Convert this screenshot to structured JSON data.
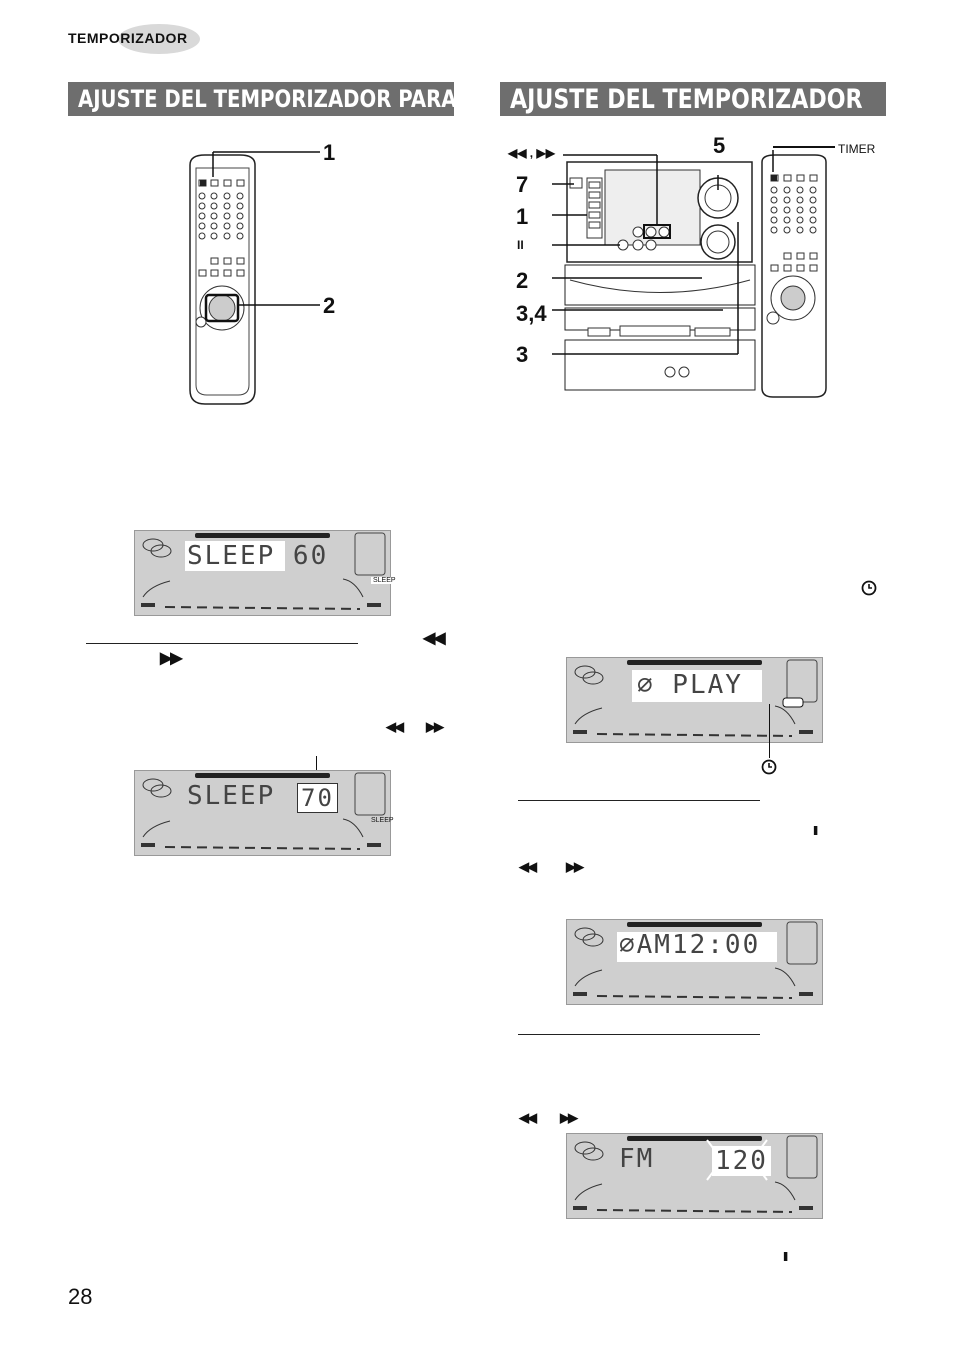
{
  "header": {
    "section": "TEMPORIZADOR"
  },
  "left": {
    "title": "AJUSTE DEL TEMPORIZADOR PARA DORMIR",
    "callouts": [
      "1",
      "2"
    ],
    "lcd1": {
      "text": "SLEEP 60",
      "badge": "SLEEP"
    },
    "lcd2": {
      "text": "SLEEP",
      "value": "70",
      "badge": "SLEEP"
    }
  },
  "right": {
    "title": "AJUSTE DEL TEMPORIZADOR",
    "callouts": [
      "5",
      "7",
      "1",
      "2",
      "3,4",
      "3"
    ],
    "labels": {
      "skip": "◀◀ , ▶▶",
      "pause": "II",
      "timer": "TIMER"
    },
    "lcd3": {
      "text": "∅ PLAY"
    },
    "lcd4": {
      "text": "∅AM12:00"
    },
    "lcd5": {
      "text": "FM",
      "value": "120"
    }
  },
  "symbols": {
    "rew": "◀◀",
    "ff": "▶▶",
    "pause": "II"
  },
  "page_number": "28"
}
